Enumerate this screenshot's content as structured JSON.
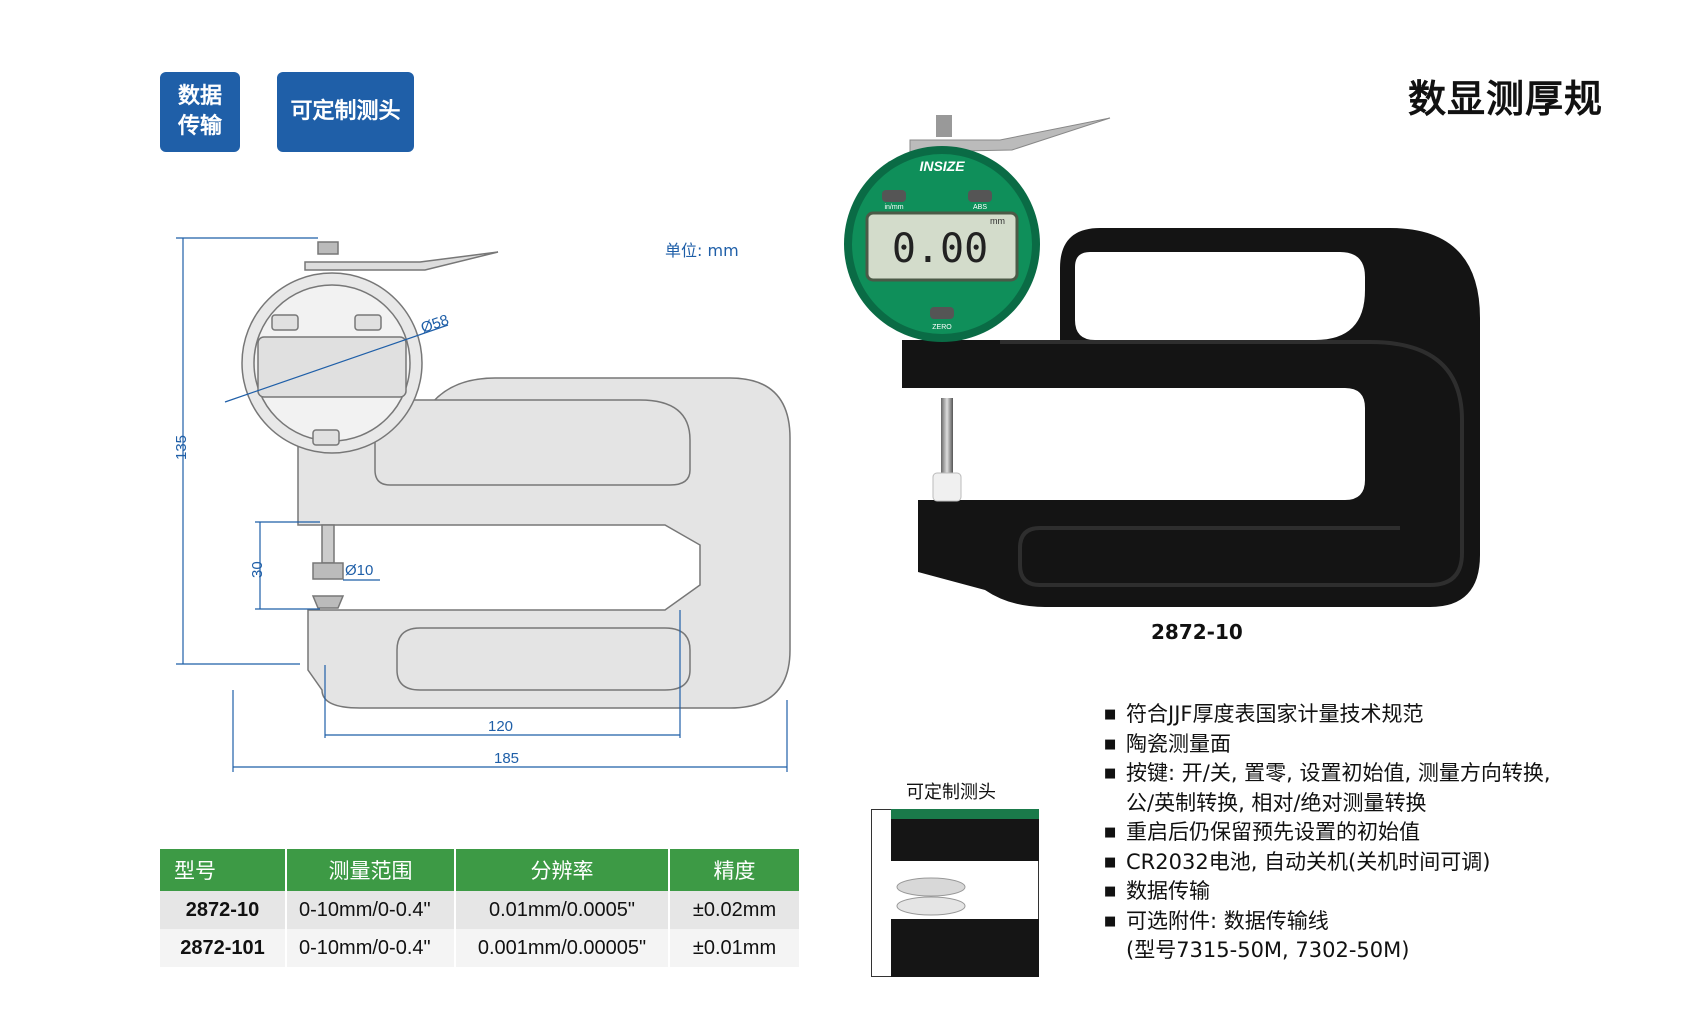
{
  "badges": {
    "data_transfer": "数据\n传输",
    "custom_tip": "可定制测头"
  },
  "title": "数显测厚规",
  "unit_label": "单位: mm",
  "dimensions": {
    "height_total": "135",
    "gap": "30",
    "dial_dia": "Ø58",
    "tip_dia": "Ø10",
    "throat": "120",
    "length_total": "185"
  },
  "gauge_display": {
    "brand": "INSIZE",
    "reading": "0.00",
    "btn_left": "in/mm",
    "btn_right": "ABS",
    "btn_bottom": "ZERO",
    "unit": "mm"
  },
  "model_label": "2872-10",
  "inset_label": "可定制测头",
  "features": [
    "符合JJF厚度表国家计量技术规范",
    "陶瓷测量面",
    "按键: 开/关, 置零, 设置初始值, 测量方向转换,",
    "公/英制转换, 相对/绝对测量转换",
    "重启后仍保留预先设置的初始值",
    "CR2032电池, 自动关机(关机时间可调)",
    "数据传输",
    "可选附件: 数据传输线",
    "(型号7315-50M, 7302-50M)"
  ],
  "table": {
    "headers": [
      "型号",
      "测量范围",
      "分辨率",
      "精度"
    ],
    "rows": [
      [
        "2872-10",
        "0-10mm/0-0.4\"",
        "0.01mm/0.0005\"",
        "±0.02mm"
      ],
      [
        "2872-101",
        "0-10mm/0-0.4\"",
        "0.001mm/0.00005\"",
        "±0.01mm"
      ]
    ]
  },
  "colors": {
    "badge_blue": "#1f5fa8",
    "table_green": "#3d9a45",
    "gauge_green": "#0f8f5a",
    "frame_black": "#111111"
  }
}
